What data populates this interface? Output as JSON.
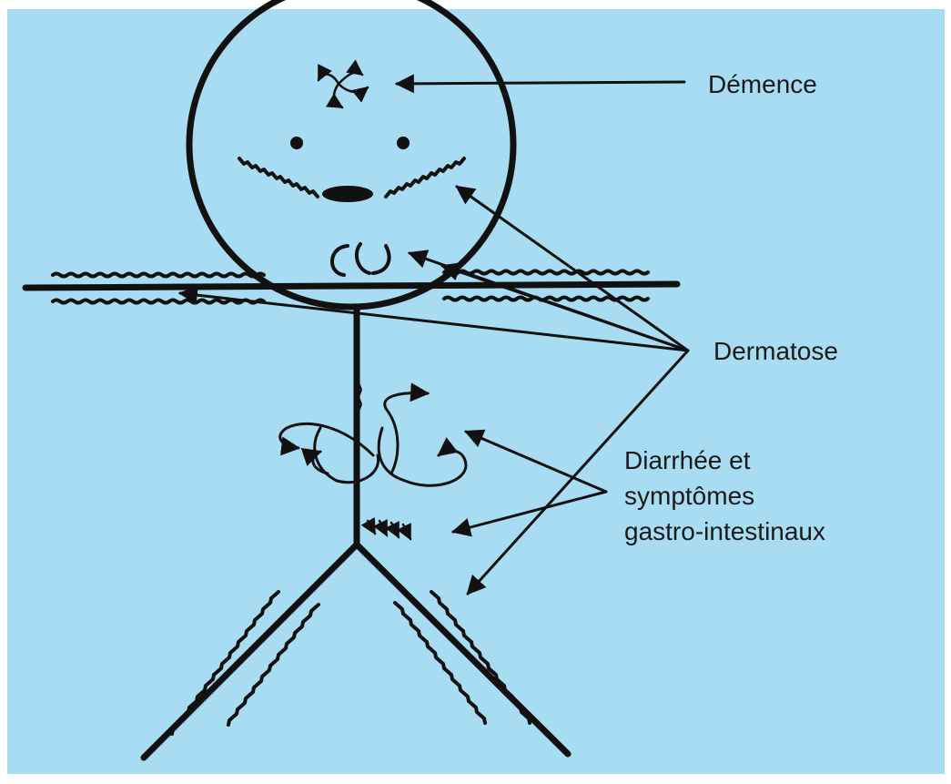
{
  "colors": {
    "background": "#a8dcf2",
    "ink": "#111111",
    "border": "#ffffff"
  },
  "labels": {
    "dementia": "Démence",
    "dermatosis": "Dermatose",
    "gi_line1": "Diarrhée et",
    "gi_line2": "symptômes",
    "gi_line3": "gastro-intestinaux"
  }
}
